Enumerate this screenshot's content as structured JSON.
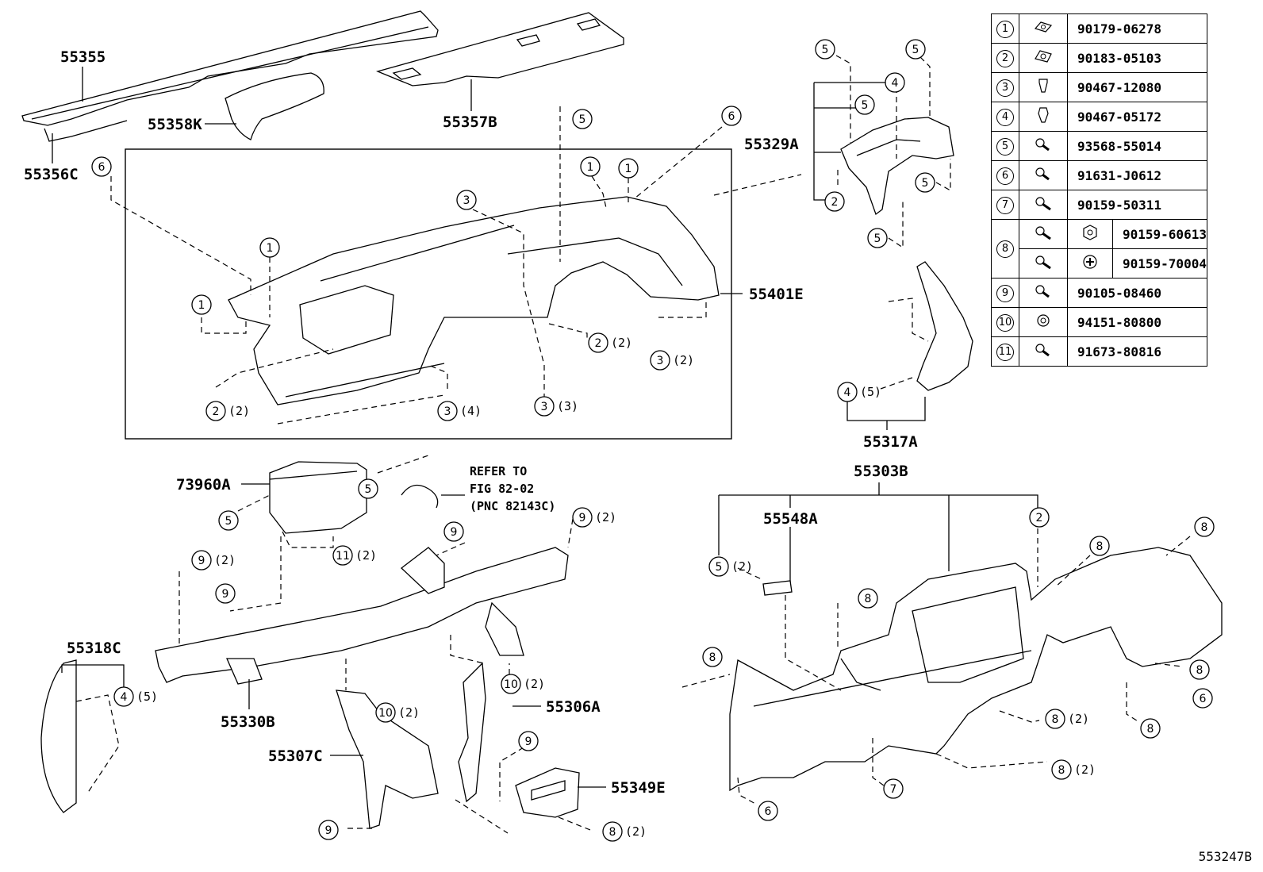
{
  "parts": {
    "p55355": "55355",
    "p55358K": "55358K",
    "p55356C": "55356C",
    "p55357B": "55357B",
    "p55329A": "55329A",
    "p55401E": "55401E",
    "p55317A": "55317A",
    "p73960A": "73960A",
    "p55303B": "55303B",
    "p55548A": "55548A",
    "p55318C": "55318C",
    "p55330B": "55330B",
    "p55306A": "55306A",
    "p55307C": "55307C",
    "p55349E": "55349E"
  },
  "refer": {
    "line1": "REFER TO",
    "line2": "FIG 82-02",
    "line3": "(PNC 82143C)"
  },
  "qty": {
    "q2": "(2)",
    "q3": "(3)",
    "q4": "(4)",
    "q5": "(5)"
  },
  "callouts": [
    "1",
    "2",
    "3",
    "4",
    "5",
    "6",
    "7",
    "8",
    "9",
    "10",
    "11"
  ],
  "legend": [
    {
      "num": "1",
      "icon": "u-nut-icon",
      "part": "90179-06278"
    },
    {
      "num": "2",
      "icon": "u-nut-icon",
      "part": "90183-05103"
    },
    {
      "num": "3",
      "icon": "clip-icon",
      "part": "90467-12080"
    },
    {
      "num": "4",
      "icon": "clip-icon",
      "part": "90467-05172"
    },
    {
      "num": "5",
      "icon": "screw-icon",
      "part": "93568-55014"
    },
    {
      "num": "6",
      "icon": "screw-icon",
      "part": "91631-J0612"
    },
    {
      "num": "7",
      "icon": "screw-icon",
      "part": "90159-50311"
    },
    {
      "num": "8",
      "icon": "bolt-icon",
      "part_a": "90159-60613",
      "part_b": "90159-70004",
      "head_a": "hex-head-icon",
      "head_b": "cross-head-icon"
    },
    {
      "num": "9",
      "icon": "bolt-icon",
      "part": "90105-08460"
    },
    {
      "num": "10",
      "icon": "nut-icon",
      "part": "94151-80800"
    },
    {
      "num": "11",
      "icon": "bolt-icon",
      "part": "91673-80816"
    }
  ],
  "footer_code": "553247B"
}
